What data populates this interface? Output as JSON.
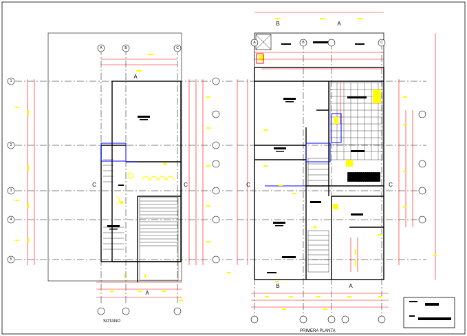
{
  "drawing": {
    "basement_title": "SOTANO",
    "first_floor_title": "PRIMERA PLANTA",
    "section_marks": {
      "b": "B",
      "a": "A",
      "c": "C"
    },
    "colors": {
      "wall": "#000000",
      "dimension": "#ff0000",
      "dimension_text": "#ffff00",
      "axis": "#000000",
      "door": "#0000ff",
      "fixture": "#ffff00",
      "frame": "#000000"
    },
    "axes": {
      "columns": [
        "A",
        "B",
        "C"
      ],
      "rows": [
        "1",
        "2",
        "3",
        "4",
        "5"
      ]
    }
  }
}
